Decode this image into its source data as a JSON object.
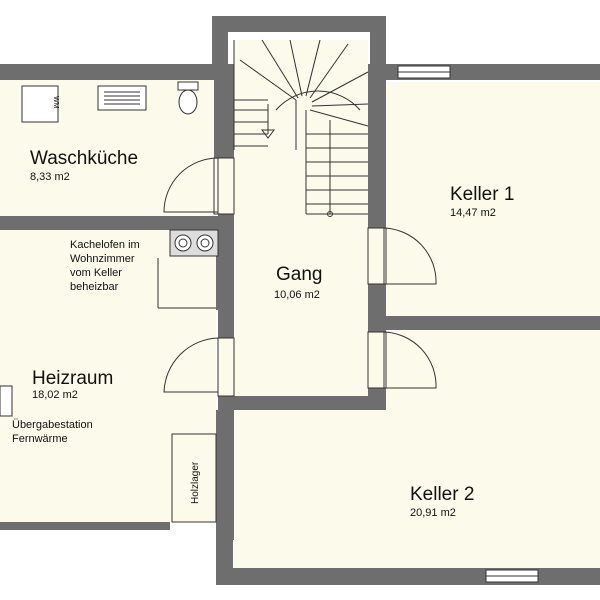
{
  "rooms": {
    "waschkueche": {
      "name": "Waschküche",
      "area": "8,33 m2"
    },
    "keller1": {
      "name": "Keller 1",
      "area": "14,47 m2"
    },
    "gang": {
      "name": "Gang",
      "area": "10,06 m2"
    },
    "heizraum": {
      "name": "Heizraum",
      "area": "18,02 m2"
    },
    "keller2": {
      "name": "Keller 2",
      "area": "20,91 m2"
    }
  },
  "notes": {
    "kachelofen": [
      "Kachelofen im",
      "Wohnzimmer",
      "vom Keller",
      "beheizbar"
    ],
    "uebergabe": [
      "Übergabestation",
      "Fernwärme"
    ],
    "holzlager": "Holzlager",
    "wm": "WM"
  },
  "colors": {
    "wall": "#6e6e6e",
    "floor": "#fcfaea",
    "line": "#333333"
  }
}
